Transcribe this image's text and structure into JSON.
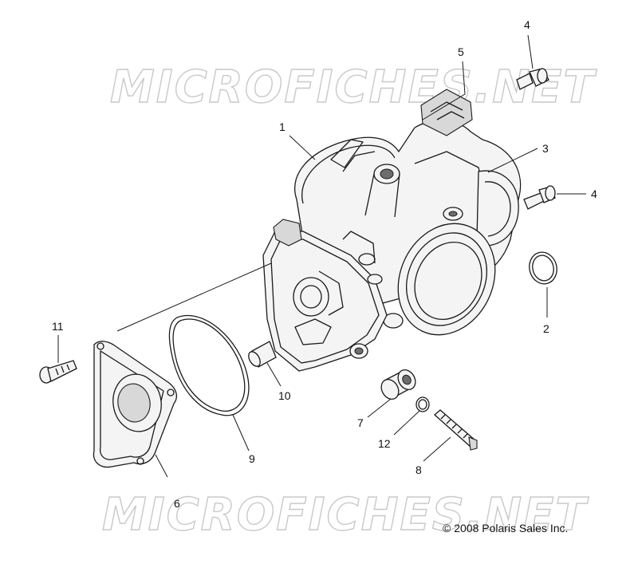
{
  "watermark": {
    "text": "MICROFICHES.NET",
    "color": "#c9c9c9"
  },
  "copyright": "© 2008 Polaris Sales Inc.",
  "callouts": [
    {
      "id": "1",
      "label": "1"
    },
    {
      "id": "2",
      "label": "2"
    },
    {
      "id": "3",
      "label": "3"
    },
    {
      "id": "4a",
      "label": "4"
    },
    {
      "id": "4b",
      "label": "4"
    },
    {
      "id": "5",
      "label": "5"
    },
    {
      "id": "6",
      "label": "6"
    },
    {
      "id": "7",
      "label": "7"
    },
    {
      "id": "8",
      "label": "8"
    },
    {
      "id": "9",
      "label": "9"
    },
    {
      "id": "10",
      "label": "10"
    },
    {
      "id": "11",
      "label": "11"
    },
    {
      "id": "12",
      "label": "12"
    }
  ]
}
